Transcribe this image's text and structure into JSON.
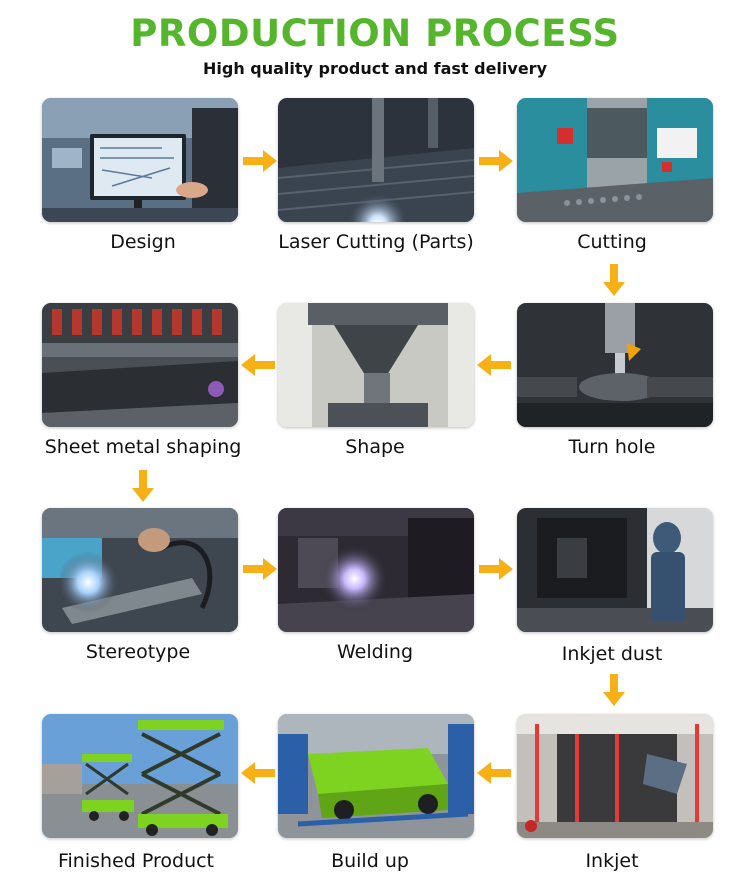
{
  "header": {
    "title": "PRODUCTION PROCESS",
    "subtitle": "High quality product and fast delivery"
  },
  "steps": [
    {
      "label": "Design"
    },
    {
      "label": "Laser Cutting (Parts)"
    },
    {
      "label": "Cutting"
    },
    {
      "label": "Sheet metal shaping"
    },
    {
      "label": "Shape"
    },
    {
      "label": "Turn hole"
    },
    {
      "label": "Stereotype"
    },
    {
      "label": "Welding"
    },
    {
      "label": "Inkjet dust"
    },
    {
      "label": "Finished Product"
    },
    {
      "label": "Build up"
    },
    {
      "label": "Inkjet"
    }
  ],
  "colors": {
    "title_green": "#55b52d",
    "arrow_orange": "#f7b016",
    "machine_green": "#7ed321"
  }
}
